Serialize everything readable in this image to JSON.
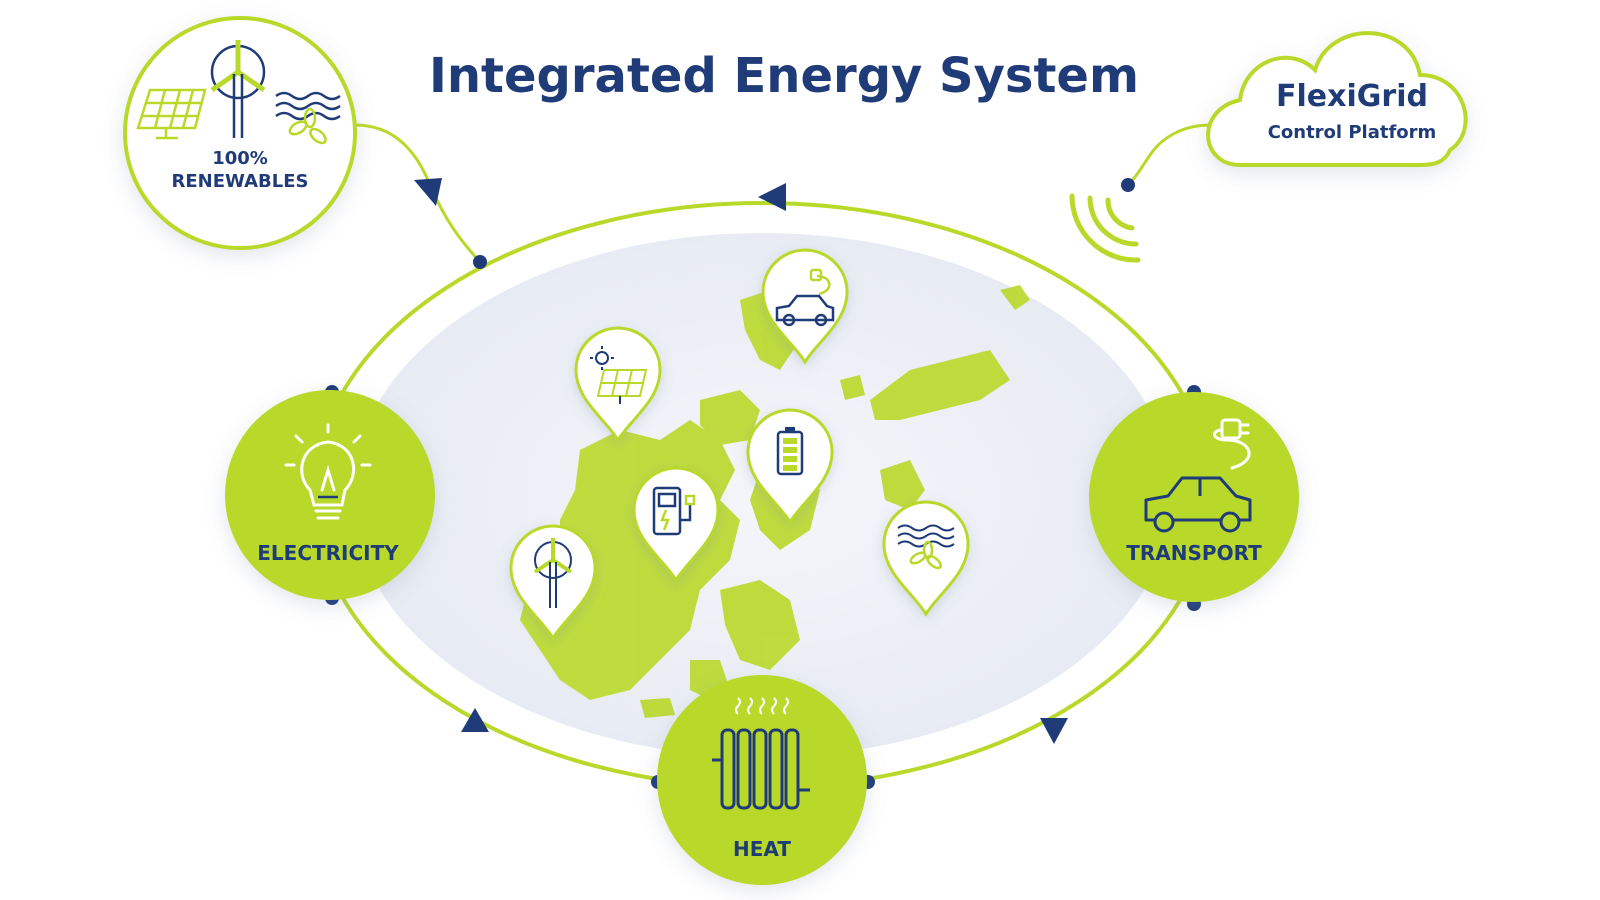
{
  "title": "Integrated Energy System",
  "renewables": {
    "line1": "100%",
    "line2": "RENEWABLES"
  },
  "cloud": {
    "title": "FlexiGrid",
    "subtitle": "Control Platform"
  },
  "nodes": {
    "electricity": "ELECTRICITY",
    "transport": "TRANSPORT",
    "heat": "HEAT"
  },
  "colors": {
    "lime": "#b9d92a",
    "lime_light": "#d4ea6a",
    "navy": "#1f3c78",
    "ellipse_fill": "#eef1f6"
  },
  "map_pins": [
    {
      "icon": "electric-car-icon"
    },
    {
      "icon": "solar-panel-icon"
    },
    {
      "icon": "battery-icon"
    },
    {
      "icon": "ev-charger-icon"
    },
    {
      "icon": "wind-turbine-icon"
    },
    {
      "icon": "wave-energy-icon"
    }
  ]
}
